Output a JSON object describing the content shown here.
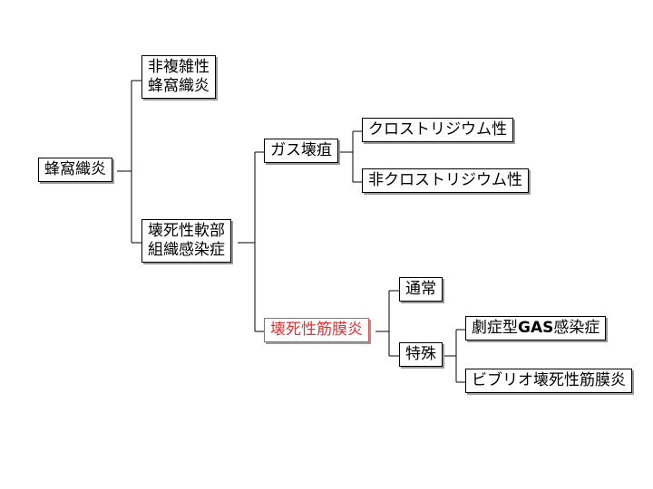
{
  "nodes": {
    "root": {
      "label": "蜂窩織炎"
    },
    "nonnecrotizing": {
      "line1": "非複雑性",
      "line2": "蜂窩織炎"
    },
    "necrotizing_soft_tissue": {
      "line1": "壊死性軟部",
      "line2": "組織感染症"
    },
    "gas_gangrene": {
      "label": "ガス壊疽"
    },
    "clostridial": {
      "label": "クロストリジウム性"
    },
    "nonclostridial": {
      "label": "非クロストリジウム性"
    },
    "necrotizing_fasciitis": {
      "label": "壊死性筋膜炎",
      "color": "#e03030"
    },
    "usual": {
      "label": "通常"
    },
    "special": {
      "label": "特殊"
    },
    "severe_gas": {
      "prefix": "劇症型",
      "gas": "GAS",
      "suffix": "感染症"
    },
    "vibrio": {
      "label": "ビブリオ壊死性筋膜炎"
    }
  }
}
